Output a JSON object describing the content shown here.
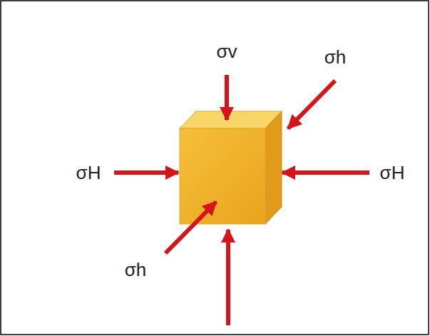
{
  "diagram": {
    "labels": [
      "σv",
      "σh",
      "σH",
      "σH",
      "σh"
    ]
  }
}
